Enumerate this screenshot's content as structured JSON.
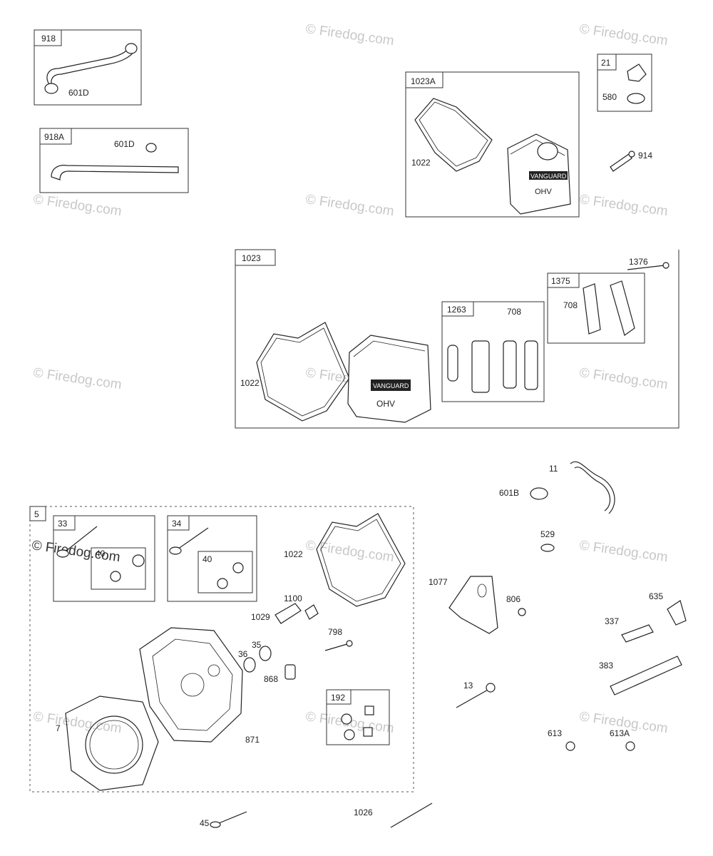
{
  "watermark": "© Firedog.com",
  "groups": {
    "g918": "918",
    "g918A": "918A",
    "g1023A": "1023A",
    "g21": "21",
    "g1023": "1023",
    "g1375": "1375",
    "g1263": "1263",
    "g5": "5",
    "g33": "33",
    "g34": "34",
    "g40a": "40",
    "g40b": "40",
    "g192": "192"
  },
  "labels": {
    "p601D_a": "601D",
    "p601D_b": "601D",
    "p1022_a": "1022",
    "p580": "580",
    "p914": "914",
    "p1376": "1376",
    "p708_a": "708",
    "p708_b": "708",
    "p1022_b": "1022",
    "p11": "11",
    "p601B": "601B",
    "p529": "529",
    "p1022_c": "1022",
    "p1100": "1100",
    "p1029": "1029",
    "p798": "798",
    "p35": "35",
    "p36": "36",
    "p868": "868",
    "p1077": "1077",
    "p806": "806",
    "p635": "635",
    "p337": "337",
    "p383": "383",
    "p13": "13",
    "p7": "7",
    "p871": "871",
    "p613": "613",
    "p613A": "613A",
    "p45": "45",
    "p1026": "1026"
  },
  "cover_text": {
    "brand": "VANGUARD",
    "ohv": "OHV"
  }
}
